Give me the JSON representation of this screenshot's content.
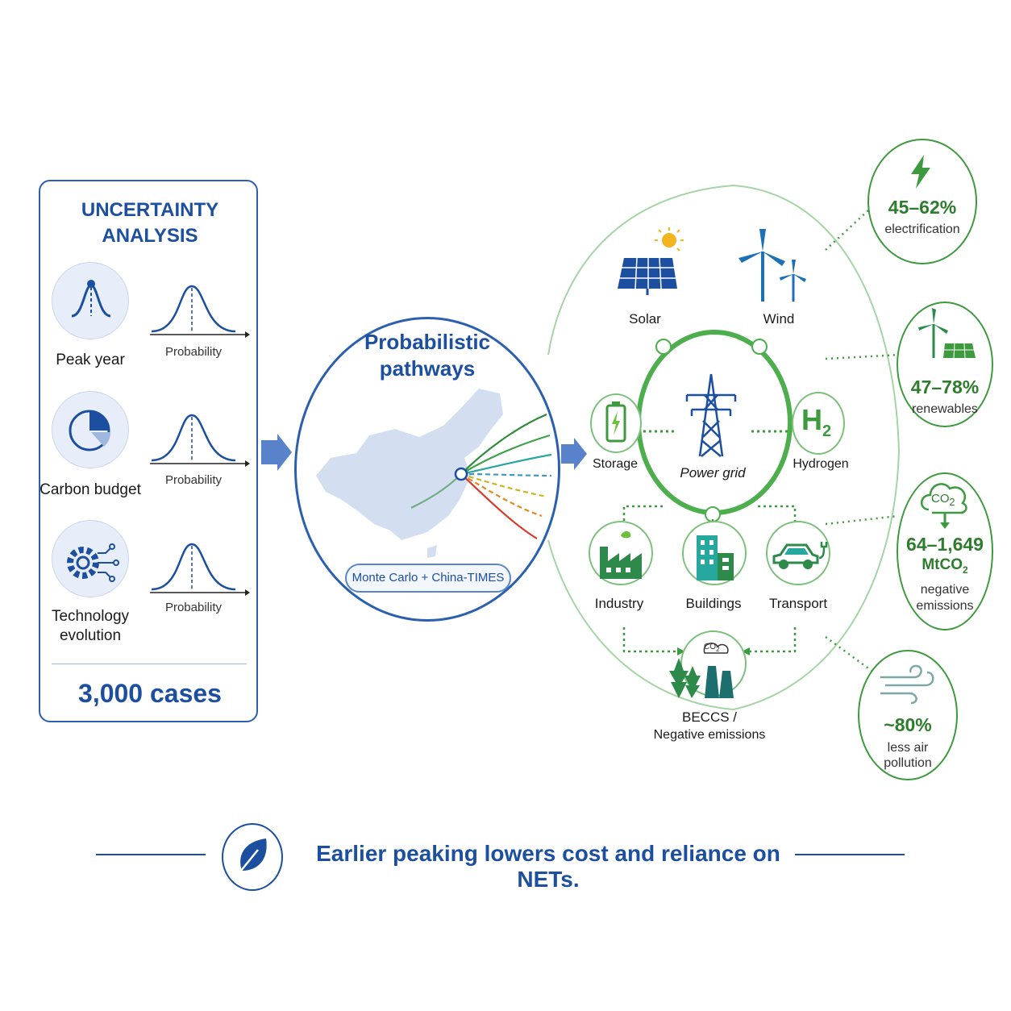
{
  "uncertainty": {
    "title_line1": "UNCERTAINTY",
    "title_line2": "ANALYSIS",
    "factors": [
      {
        "label": "Peak year",
        "prob_label": "Probability"
      },
      {
        "label": "Carbon budget",
        "prob_label": "Probability"
      },
      {
        "label_line1": "Technology",
        "label_line2": "evolution",
        "prob_label": "Probability"
      }
    ],
    "cases": "3,000 cases"
  },
  "pathways": {
    "title_line1": "Probabilistic",
    "title_line2": "pathways",
    "method": "Monte Carlo + China-TIMES"
  },
  "system": {
    "solar": "Solar",
    "wind": "Wind",
    "storage": "Storage",
    "power_grid": "Power grid",
    "hydrogen": "Hydrogen",
    "hydrogen_symbol": "H",
    "hydrogen_sub": "2",
    "industry": "Industry",
    "buildings": "Buildings",
    "transport": "Transport",
    "beccs_line1": "BECCS /",
    "beccs_line2": "Negative emissions",
    "co2": "CO"
  },
  "stats": [
    {
      "value": "45–62%",
      "desc_line1": "electrification"
    },
    {
      "value": "47–78%",
      "desc_line1": "renewables"
    },
    {
      "value": "64–1,649",
      "unit": "MtCO",
      "unit_sub": "2",
      "desc_line1": "negative",
      "desc_line2": "emissions"
    },
    {
      "value": "~80%",
      "desc_line1": "less air",
      "desc_line2": "pollution"
    }
  ],
  "conclusion": "Earlier peaking lowers cost and reliance on NETs.",
  "colors": {
    "blue": "#1d4fa0",
    "green": "#3e9a3e",
    "light_blue": "#e8eef9"
  }
}
